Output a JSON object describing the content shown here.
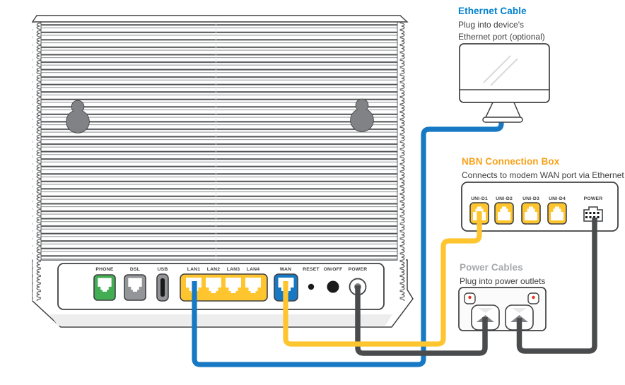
{
  "ethernet_cable": {
    "title": "Ethernet Cable",
    "line1": "Plug into device's",
    "line2": "Ethernet port (optional)"
  },
  "nbn_box": {
    "title": "NBN Connection Box",
    "subtitle": "Connects to modem WAN port via Ethernet",
    "port_labels": [
      "UNI-D1",
      "UNI-D2",
      "UNI-D3",
      "UNI-D4"
    ],
    "power_label": "POWER"
  },
  "power_cables": {
    "title": "Power Cables",
    "subtitle": "Plug into power outlets"
  },
  "modem": {
    "port_labels": [
      "PHONE",
      "DSL",
      "USB",
      "LAN1",
      "LAN2",
      "LAN3",
      "LAN4",
      "WAN",
      "RESET",
      "ON/OFF",
      "POWER"
    ]
  },
  "colors": {
    "heading_blue": "#0081cc",
    "cable_blue": "#1779c4",
    "yellow": "#fec52f",
    "orange": "#f9a11b",
    "heading_gray": "#a7a9ac",
    "green": "#43ad53",
    "port_gray": "#939598",
    "outline": "#414042",
    "cable_dark": "#4a4b4d",
    "red_dot": "#e8321e"
  }
}
